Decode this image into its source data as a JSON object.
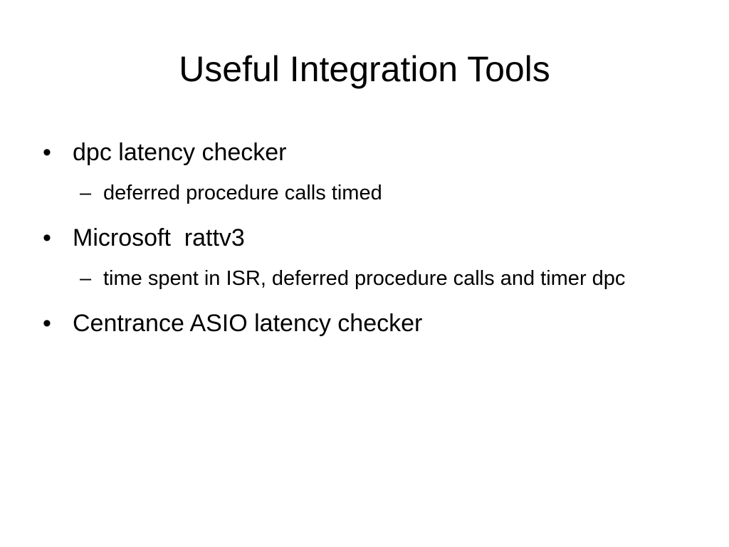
{
  "slide": {
    "title": "Useful Integration Tools",
    "bullet_char": "•",
    "sub_bullet_char": "–",
    "items": [
      {
        "text": "dpc latency checker",
        "subitems": [
          "deferred procedure calls timed"
        ]
      },
      {
        "text": "Microsoft  rattv3",
        "subitems": [
          "time spent in ISR, deferred procedure calls and timer dpc"
        ]
      },
      {
        "text": "Centrance ASIO latency checker",
        "subitems": []
      }
    ]
  }
}
